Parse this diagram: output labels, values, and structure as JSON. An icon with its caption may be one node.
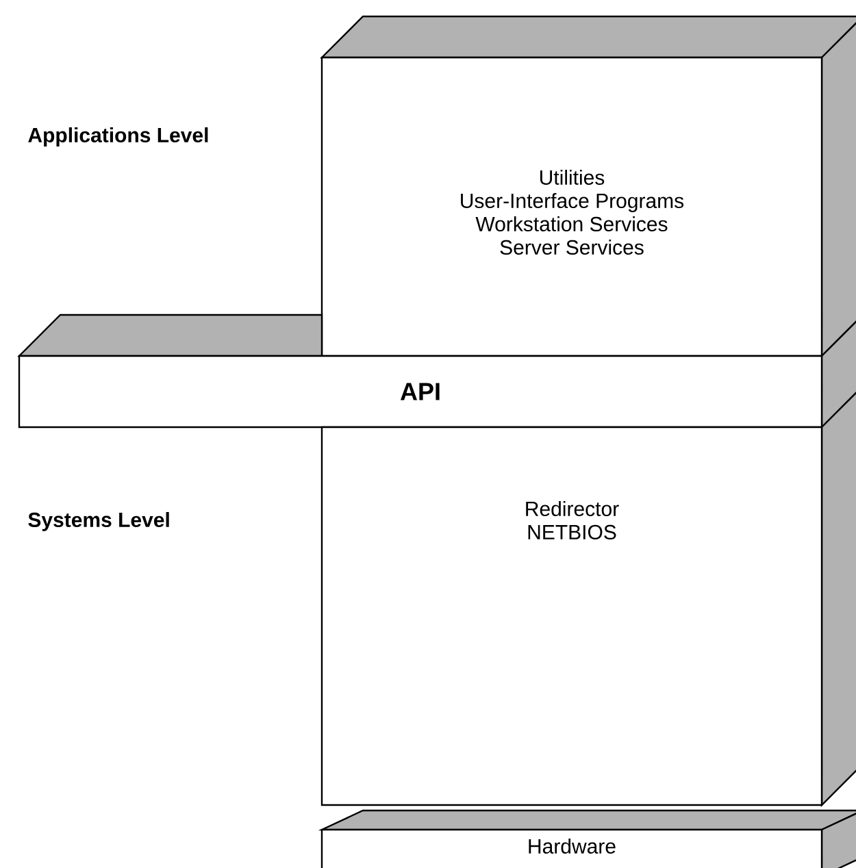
{
  "diagram": {
    "nodes": [
      {
        "text": [
          "Utilities",
          "User-Interface Programs",
          "Workstation Services",
          "Server Services"
        ]
      },
      {
        "text": [
          "API"
        ]
      },
      {
        "text": [
          "Redirector",
          "NETBIOS"
        ]
      },
      {
        "text": [
          "Hardware"
        ]
      }
    ],
    "labels": [
      "Applications Level",
      "Systems Level"
    ]
  }
}
